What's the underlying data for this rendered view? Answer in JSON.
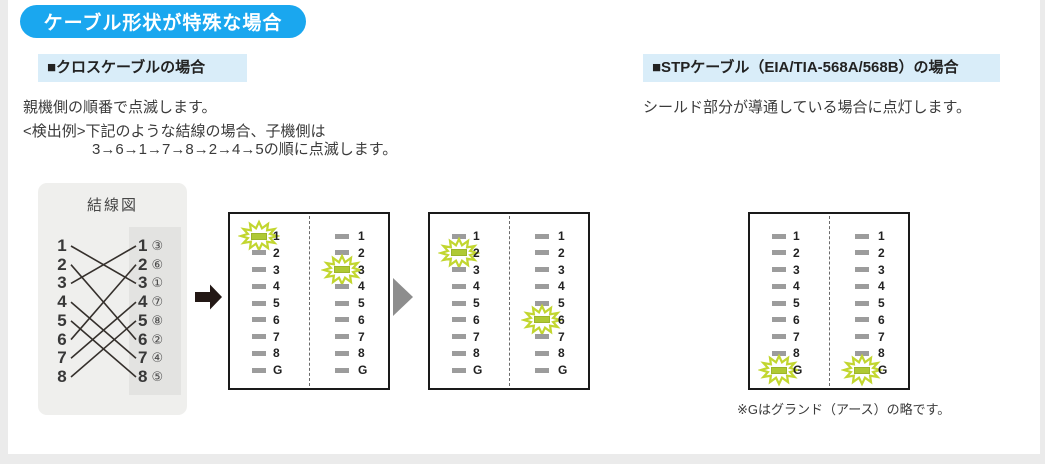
{
  "badge": {
    "label": "ケーブル形状が特殊な場合"
  },
  "colors": {
    "badge_blue": "#1aa7ef",
    "heading_bg": "#d9edf9",
    "led_off": "#9c9c9c",
    "led_on": "#afc933",
    "glow": "#c2d62f"
  },
  "cross_section": {
    "heading": "■クロスケーブルの場合",
    "line1": "親機側の順番で点滅します。",
    "line2": "<検出例>下記のような結線の場合、子機側は",
    "line3": "3→6→1→7→8→2→4→5の順に点滅します。"
  },
  "stp_section": {
    "heading": "■STPケーブル（EIA/TIA-568A/568B）の場合",
    "line1": "シールド部分が導通している場合に点灯します。",
    "footnote": "※Gはグランド（アース）の略です。"
  },
  "wiring_diagram": {
    "title": "結線図",
    "left_pins": [
      "1",
      "2",
      "3",
      "4",
      "5",
      "6",
      "7",
      "8"
    ],
    "right_pins": [
      {
        "label": "1",
        "order": "③"
      },
      {
        "label": "2",
        "order": "⑥"
      },
      {
        "label": "3",
        "order": "①"
      },
      {
        "label": "4",
        "order": "⑦"
      },
      {
        "label": "5",
        "order": "⑧"
      },
      {
        "label": "6",
        "order": "②"
      },
      {
        "label": "7",
        "order": "④"
      },
      {
        "label": "8",
        "order": "⑤"
      }
    ],
    "connections": [
      [
        1,
        3
      ],
      [
        2,
        6
      ],
      [
        3,
        1
      ],
      [
        4,
        7
      ],
      [
        5,
        8
      ],
      [
        6,
        2
      ],
      [
        7,
        4
      ],
      [
        8,
        5
      ]
    ]
  },
  "led_panels": {
    "rows": [
      "1",
      "2",
      "3",
      "4",
      "5",
      "6",
      "7",
      "8",
      "G"
    ],
    "panels": [
      {
        "name": "blink-step-1",
        "left_lit": "1",
        "right_lit": "3"
      },
      {
        "name": "blink-step-2",
        "left_lit": "2",
        "right_lit": "6"
      },
      {
        "name": "stp-result",
        "left_lit": "G",
        "right_lit": "G"
      }
    ]
  }
}
